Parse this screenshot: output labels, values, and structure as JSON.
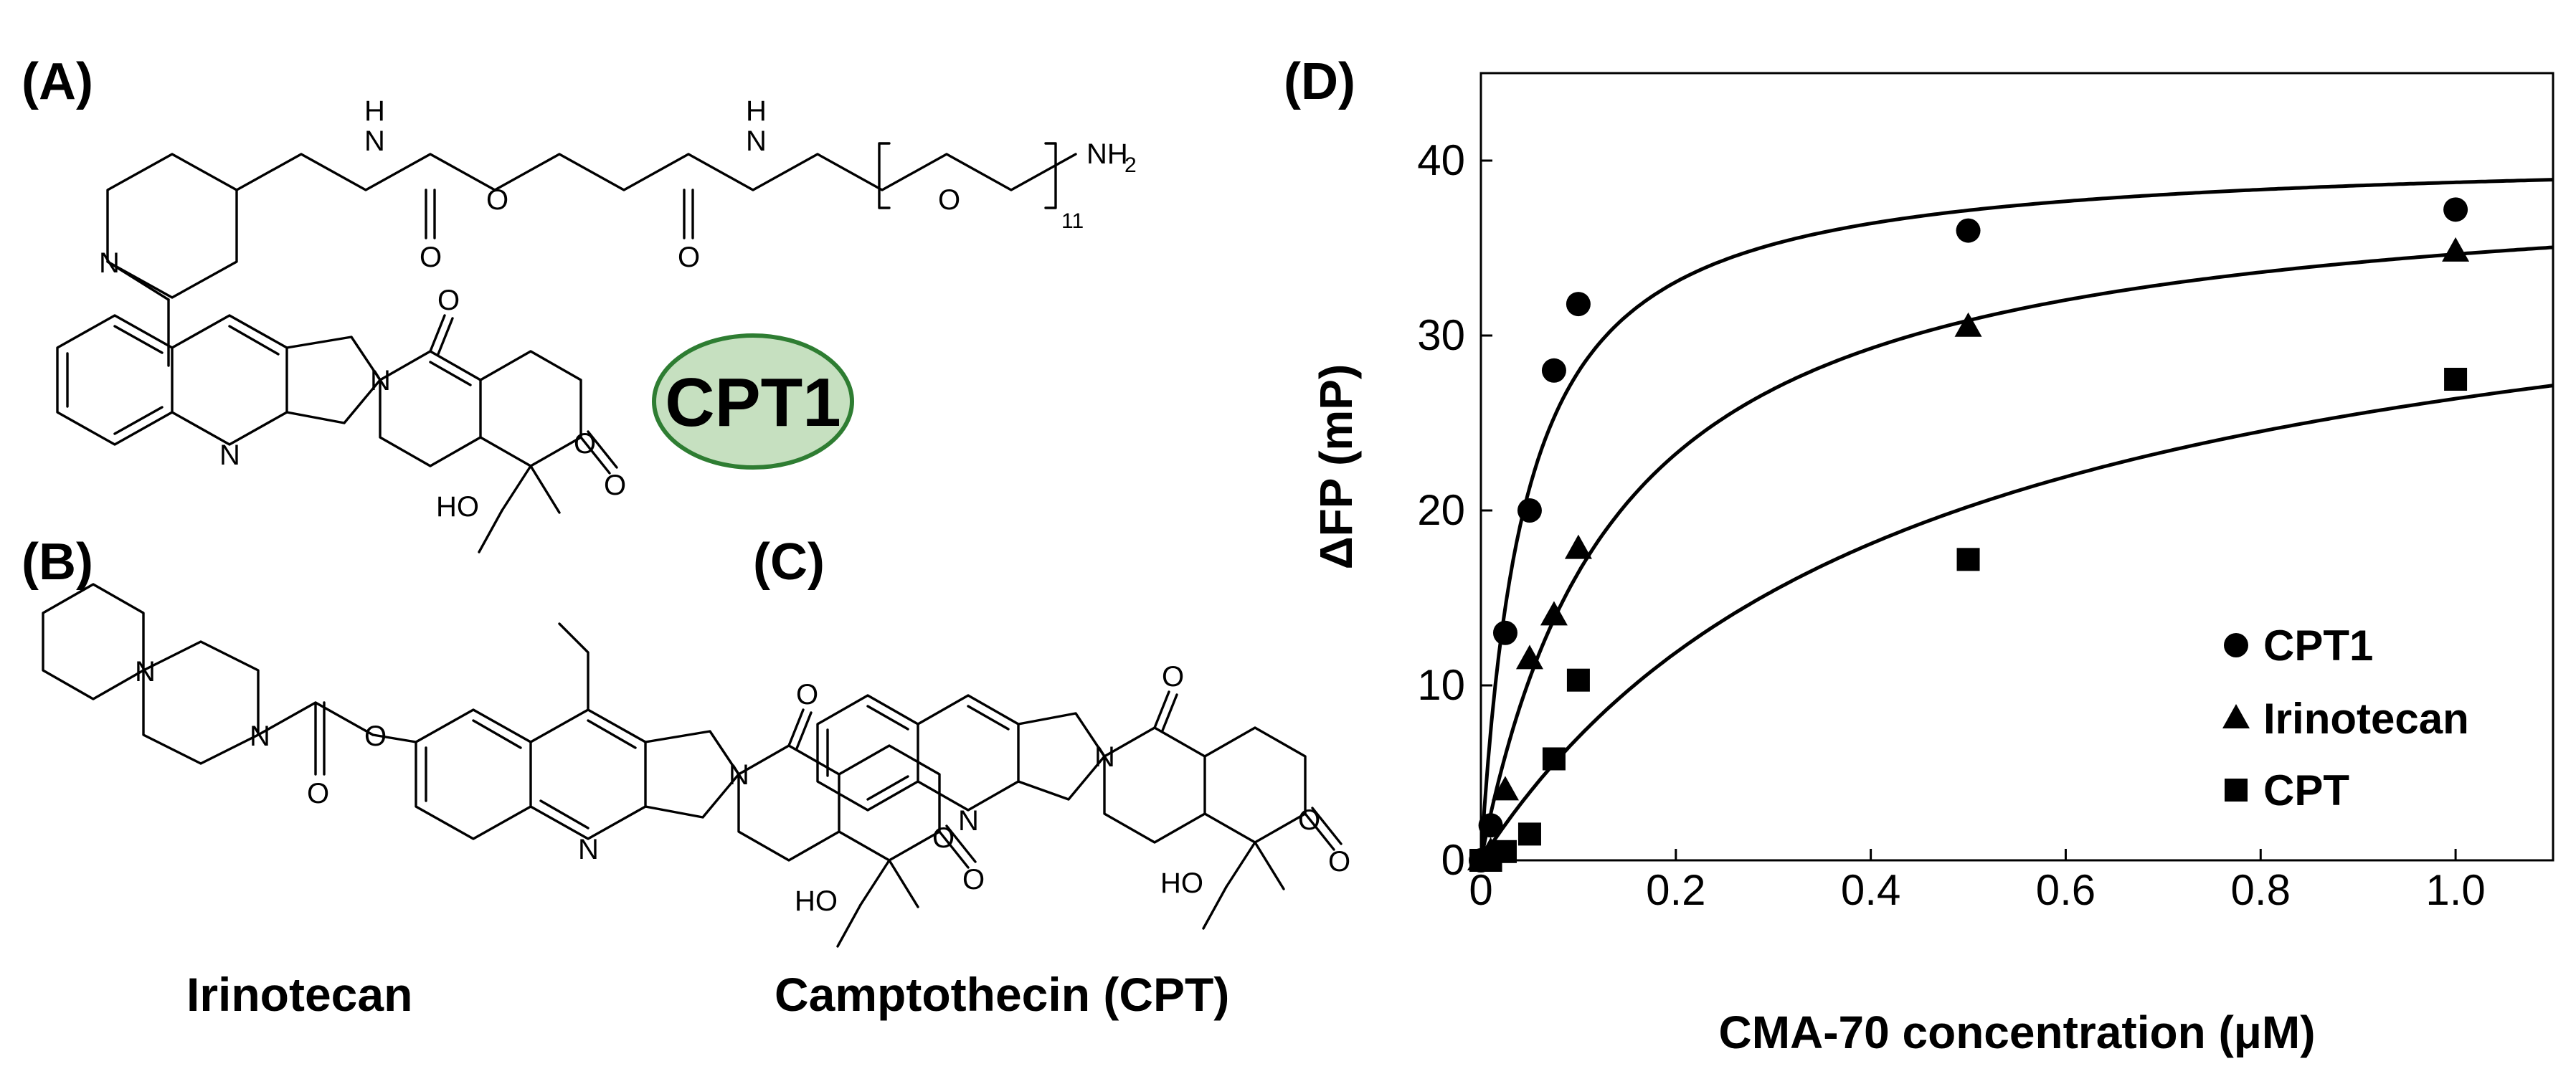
{
  "panels": {
    "a": {
      "label": "(A)",
      "badge": "CPT1"
    },
    "b": {
      "label": "(B)",
      "caption": "Irinotecan"
    },
    "c": {
      "label": "(C)",
      "caption": "Camptothecin (CPT)"
    },
    "d": {
      "label": "(D)"
    }
  },
  "atoms": {
    "N": "N",
    "O": "O",
    "H": "H",
    "HO": "HO",
    "NH2": "NH",
    "NH2_sub": "2",
    "peg_repeat": "11"
  },
  "colors": {
    "badge_fill": "#c6e0c0",
    "badge_stroke": "#2e7d32"
  },
  "chart_data": {
    "type": "scatter",
    "title": "",
    "xlabel": "CMA-70 concentration (μM)",
    "ylabel": "ΔFP (mP)",
    "xlim": [
      0,
      1.1
    ],
    "ylim": [
      0,
      45
    ],
    "xticks": [
      0,
      0.2,
      0.4,
      0.6,
      0.8,
      1.0
    ],
    "xtick_labels": [
      "0",
      "0.2",
      "0.4",
      "0.6",
      "0.8",
      "1.0"
    ],
    "yticks": [
      0,
      10,
      20,
      30,
      40
    ],
    "ytick_labels": [
      "0",
      "10",
      "20",
      "30",
      "40"
    ],
    "grid": false,
    "legend_position": "bottom-right",
    "series": [
      {
        "name": "CPT1",
        "marker": "circle",
        "x": [
          0,
          0.01,
          0.025,
          0.05,
          0.075,
          0.1,
          0.5,
          1.0
        ],
        "y": [
          0,
          2,
          13,
          20,
          28,
          31.8,
          36,
          37.2
        ],
        "fit": {
          "model": "hyperbolic",
          "bmax": 40.5,
          "kd": 0.045
        }
      },
      {
        "name": "Irinotecan",
        "marker": "triangle",
        "x": [
          0,
          0.01,
          0.025,
          0.05,
          0.075,
          0.1,
          0.5,
          1.0
        ],
        "y": [
          0,
          0.5,
          4,
          11.5,
          14,
          17.8,
          30.5,
          34.8
        ],
        "fit": {
          "model": "hyperbolic",
          "bmax": 39.5,
          "kd": 0.14
        }
      },
      {
        "name": "CPT",
        "marker": "square",
        "x": [
          0,
          0.01,
          0.025,
          0.05,
          0.075,
          0.1,
          0.5,
          1.0
        ],
        "y": [
          0,
          0,
          0.5,
          1.5,
          5.8,
          10.3,
          17.2,
          27.5
        ],
        "fit": {
          "model": "hyperbolic",
          "bmax": 38,
          "kd": 0.44
        }
      }
    ]
  }
}
